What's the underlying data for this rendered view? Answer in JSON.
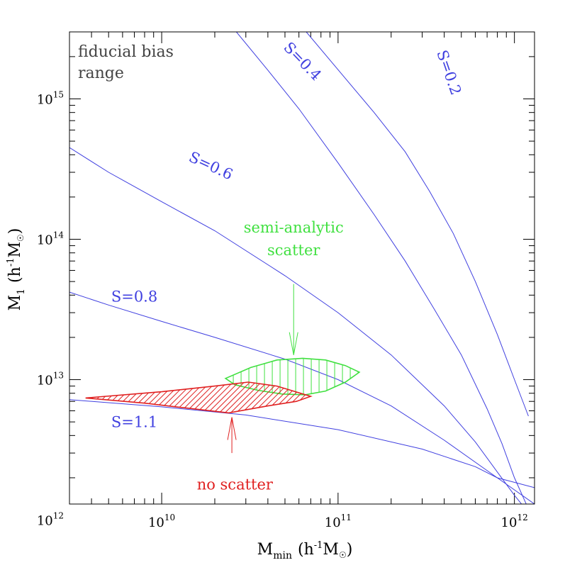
{
  "chart_data": {
    "type": "line",
    "title": "",
    "xlabel": {
      "main": "M",
      "sub": "min",
      "paren": "(h",
      "sup": "-1",
      "unit": "M",
      "sun": "☉",
      "close": ")"
    },
    "ylabel": {
      "main": "M",
      "sub": "1",
      "paren": "(h",
      "sup": "-1",
      "unit": "M",
      "sun": "☉",
      "close": ")"
    },
    "xscale": "log",
    "yscale": "log",
    "xlim": [
      3000000000.0,
      1300000000000.0
    ],
    "ylim": [
      1300000000000.0,
      3000000000000000.0
    ],
    "xticks": [
      {
        "value": 10000000000.0,
        "base": "10",
        "exp": "10"
      },
      {
        "value": 100000000000.0,
        "base": "10",
        "exp": "11"
      },
      {
        "value": 1000000000000.0,
        "base": "10",
        "exp": "12"
      }
    ],
    "yticks": [
      {
        "value": 1000000000000.0,
        "base": "10",
        "exp": "12"
      },
      {
        "value": 10000000000000.0,
        "base": "10",
        "exp": "13"
      },
      {
        "value": 100000000000000.0,
        "base": "10",
        "exp": "14"
      },
      {
        "value": 1000000000000000.0,
        "base": "10",
        "exp": "15"
      }
    ],
    "annotation_corner": [
      "fiducial bias",
      "range"
    ],
    "series_color": "#4040e0",
    "series": [
      {
        "label": "S=0.2",
        "x": [
          66000000000.0,
          105000000000.0,
          160000000000.0,
          240000000000.0,
          330000000000.0,
          450000000000.0,
          600000000000.0,
          800000000000.0,
          1000000000000.0,
          1200000000000.0
        ],
        "y": [
          3000000000000000.0,
          1500000000000000.0,
          800000000000000.0,
          420000000000000.0,
          220000000000000.0,
          110000000000000.0,
          50000000000000.0,
          21000000000000.0,
          10000000000000.0,
          5500000000000.0
        ]
      },
      {
        "label": "S=0.4",
        "x": [
          26500000000.0,
          40000000000.0,
          60000000000.0,
          100000000000.0,
          160000000000.0,
          240000000000.0,
          350000000000.0,
          500000000000.0,
          700000000000.0,
          850000000000.0,
          1000000000000.0,
          1200000000000.0
        ],
        "y": [
          3000000000000000.0,
          1600000000000000.0,
          850000000000000.0,
          350000000000000.0,
          150000000000000.0,
          70000000000000.0,
          32000000000000.0,
          15000000000000.0,
          6200000000000.0,
          3500000000000.0,
          2000000000000.0,
          1200000000000.0
        ]
      },
      {
        "label": "S=0.6",
        "x": [
          3000000000.0,
          5000000000.0,
          10000000000.0,
          20000000000.0,
          50000000000.0,
          100000000000.0,
          200000000000.0,
          400000000000.0,
          600000000000.0,
          800000000000.0,
          1000000000000.0,
          1300000000000.0
        ],
        "y": [
          450000000000000.0,
          300000000000000.0,
          185000000000000.0,
          115000000000000.0,
          55000000000000.0,
          30000000000000.0,
          15000000000000.0,
          6500000000000.0,
          3600000000000.0,
          2200000000000.0,
          1500000000000.0,
          1000000000000.0
        ]
      },
      {
        "label": "S=0.8",
        "x": [
          3000000000.0,
          5000000000.0,
          10000000000.0,
          20000000000.0,
          50000000000.0,
          100000000000.0,
          200000000000.0,
          400000000000.0,
          800000000000.0,
          1300000000000.0
        ],
        "y": [
          42000000000000.0,
          34000000000000.0,
          26000000000000.0,
          20000000000000.0,
          14000000000000.0,
          10000000000000.0,
          6500000000000.0,
          3700000000000.0,
          2000000000000.0,
          1300000000000.0
        ]
      },
      {
        "label": "S=1.1",
        "x": [
          3000000000.0,
          10000000000.0,
          30000000000.0,
          100000000000.0,
          300000000000.0,
          600000000000.0,
          800000000000.0,
          1300000000000.0
        ],
        "y": [
          7200000000000.0,
          6400000000000.0,
          5600000000000.0,
          4400000000000.0,
          3200000000000.0,
          2400000000000.0,
          2000000000000.0,
          1700000000000.0
        ]
      }
    ],
    "series_labels": [
      {
        "text": "S=0.2",
        "x": 400000000000.0,
        "y": 1500000000000000.0,
        "angle": 71
      },
      {
        "text": "S=0.4",
        "x": 60000000000.0,
        "y": 1750000000000000.0,
        "angle": 46
      },
      {
        "text": "S=0.6",
        "x": 18500000000.0,
        "y": 310000000000000.0,
        "angle": 25
      },
      {
        "text": "S=0.8",
        "x": 7000000000.0,
        "y": 36000000000000.0,
        "angle": 0
      },
      {
        "text": "S=1.1",
        "x": 7000000000.0,
        "y": 4600000000000.0,
        "angle": 0
      }
    ],
    "regions": [
      {
        "label": [
          "semi-analytic",
          "scatter"
        ],
        "color": "#40e040",
        "hatch": "vertical",
        "boundary_x": [
          23000000000.0,
          32000000000.0,
          45000000000.0,
          63000000000.0,
          85000000000.0,
          110000000000.0,
          132000000000.0,
          110000000000.0,
          85000000000.0,
          65000000000.0,
          48000000000.0,
          35000000000.0,
          26000000000.0,
          23000000000.0
        ],
        "boundary_y": [
          10200000000000.0,
          12200000000000.0,
          13800000000000.0,
          14200000000000.0,
          13800000000000.0,
          12600000000000.0,
          11300000000000.0,
          9600000000000.0,
          8300000000000.0,
          7800000000000.0,
          7900000000000.0,
          8400000000000.0,
          9200000000000.0,
          10200000000000.0
        ],
        "arrow": {
          "x": 56000000000.0,
          "y_from": 48000000000000.0,
          "y_to": 15000000000000.0
        },
        "label_anchor": {
          "x": 56000000000.0,
          "y": 112000000000000.0
        }
      },
      {
        "label": [
          "no scatter"
        ],
        "color": "#e02020",
        "hatch": "diagonal",
        "boundary_x": [
          3700000000.0,
          10000000000.0,
          20000000000.0,
          31000000000.0,
          45000000000.0,
          70000000000.0,
          58000000000.0,
          40000000000.0,
          24000000000.0,
          15000000000.0,
          8000000000.0,
          3700000000.0
        ],
        "boundary_y": [
          7400000000000.0,
          8200000000000.0,
          9000000000000.0,
          9600000000000.0,
          9000000000000.0,
          7600000000000.0,
          7000000000000.0,
          6500000000000.0,
          5800000000000.0,
          6200000000000.0,
          6800000000000.0,
          7400000000000.0
        ],
        "arrow": {
          "x": 25000000000.0,
          "y_from": 3000000000000.0,
          "y_to": 5400000000000.0
        },
        "label_anchor": {
          "x": 26000000000.0,
          "y": 1650000000000.0
        }
      }
    ]
  }
}
